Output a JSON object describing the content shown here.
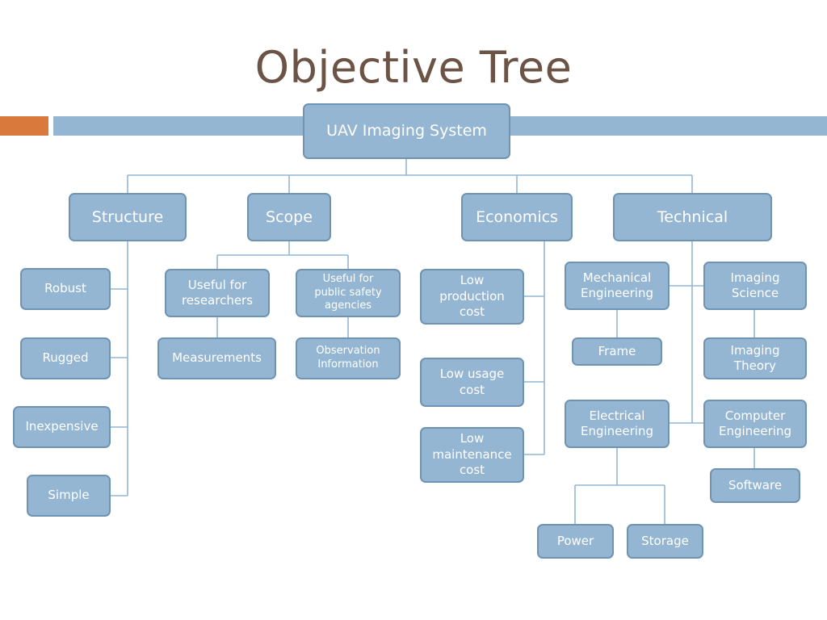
{
  "title": "Objective Tree",
  "colors": {
    "title": "#6b5446",
    "accent": "#d97a3c",
    "node_fill": "#94b6d2",
    "node_border": "#6f93b3",
    "connector": "#94b6d2"
  },
  "root": "UAV Imaging System",
  "branches": {
    "structure": {
      "label": "Structure",
      "children": [
        "Robust",
        "Rugged",
        "Inexpensive",
        "Simple"
      ]
    },
    "scope": {
      "label": "Scope",
      "children": [
        {
          "label": "Useful for\nresearchers",
          "child": "Measurements"
        },
        {
          "label": "Useful for\npublic safety\nagencies",
          "child": "Observation\nInformation"
        }
      ]
    },
    "economics": {
      "label": "Economics",
      "children": [
        "Low\nproduction\ncost",
        "Low usage\ncost",
        "Low\nmaintenance\ncost"
      ]
    },
    "technical": {
      "label": "Technical",
      "mechanical": {
        "label": "Mechanical\nEngineering",
        "child": "Frame"
      },
      "imaging": {
        "label": "Imaging\nScience",
        "child": "Imaging\nTheory"
      },
      "electrical": {
        "label": "Electrical\nEngineering",
        "children": [
          "Power",
          "Storage"
        ]
      },
      "computer": {
        "label": "Computer\nEngineering",
        "child": "Software"
      }
    }
  }
}
